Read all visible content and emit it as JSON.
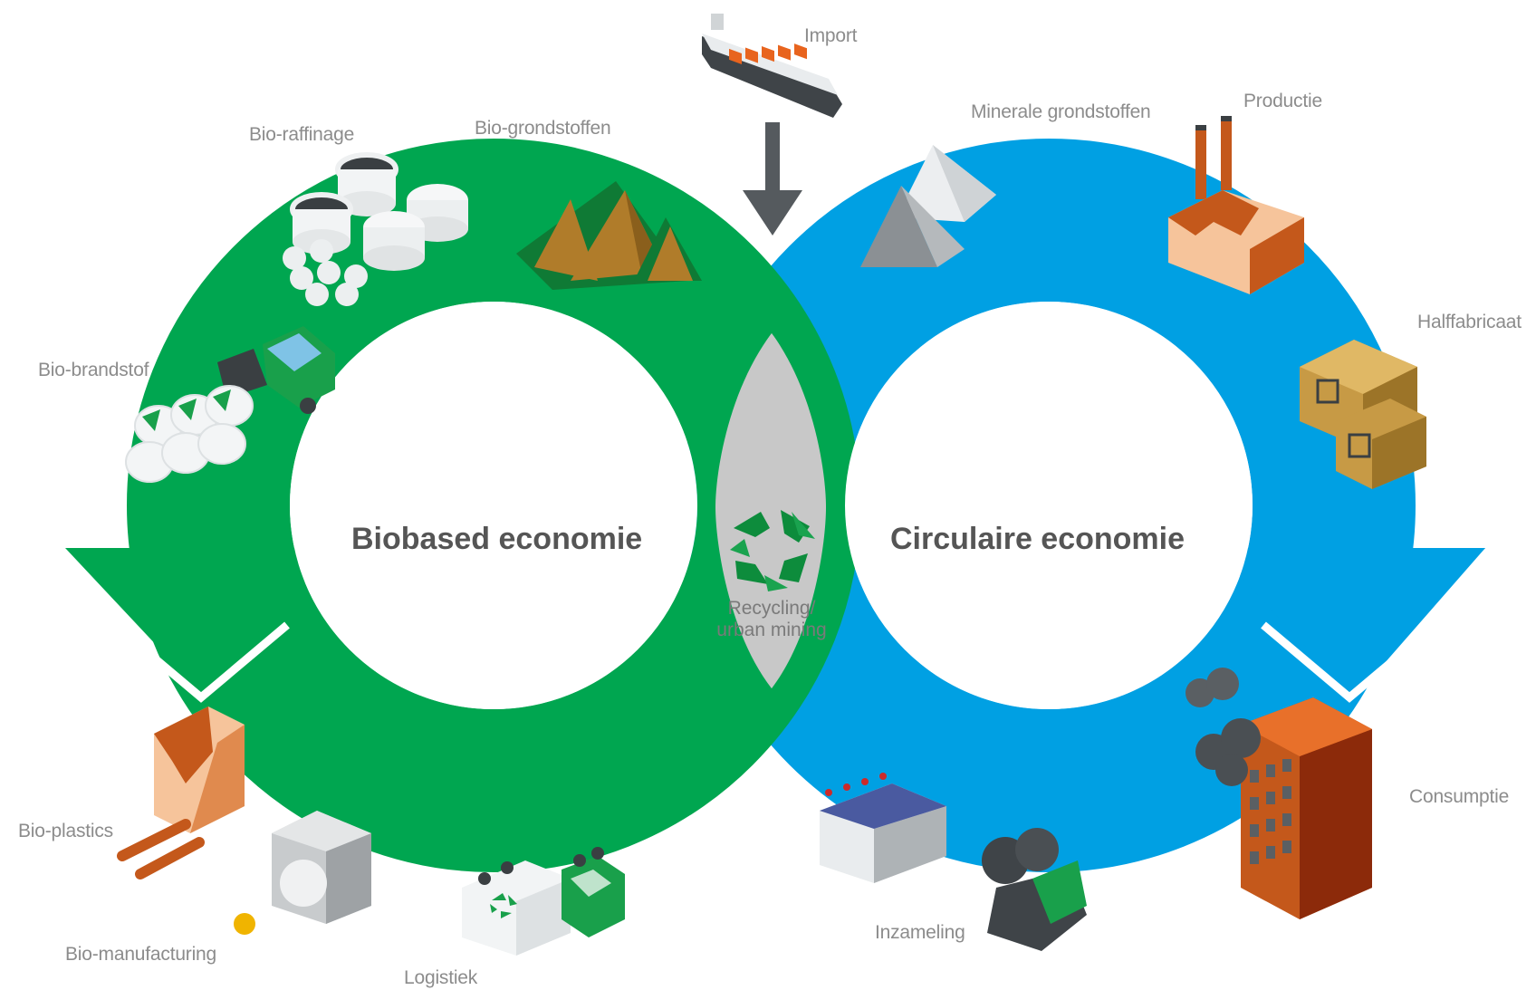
{
  "left_cycle": {
    "title": "Biobased economie",
    "color": "#00a650",
    "stages": {
      "bio_grondstoffen": "Bio-grondstoffen",
      "bio_raffinage": "Bio-raffinage",
      "bio_brandstof": "Bio-brandstof",
      "bio_plastics": "Bio-plastics",
      "bio_manufacturing": "Bio-manufacturing",
      "logistiek": "Logistiek"
    }
  },
  "right_cycle": {
    "title": "Circulaire economie",
    "color": "#00a0e3",
    "stages": {
      "minerale_grondstoffen": "Minerale grondstoffen",
      "productie": "Productie",
      "halffabricaat": "Halffabricaat",
      "consumptie": "Consumptie",
      "inzameling": "Inzameling"
    }
  },
  "center": {
    "line1": "Recycling/",
    "line2": "urban mining",
    "color": "#c8c8c8"
  },
  "import_label": "Import",
  "icons": {
    "ship": "cargo-ship-icon",
    "recycle": "recycle-icon",
    "factory": "factory-icon",
    "mountains": "mountains-icon",
    "tanks": "storage-tanks-icon",
    "truck": "truck-icon",
    "boxes": "boxes-icon",
    "building": "building-icon",
    "bins": "bins-icon"
  }
}
